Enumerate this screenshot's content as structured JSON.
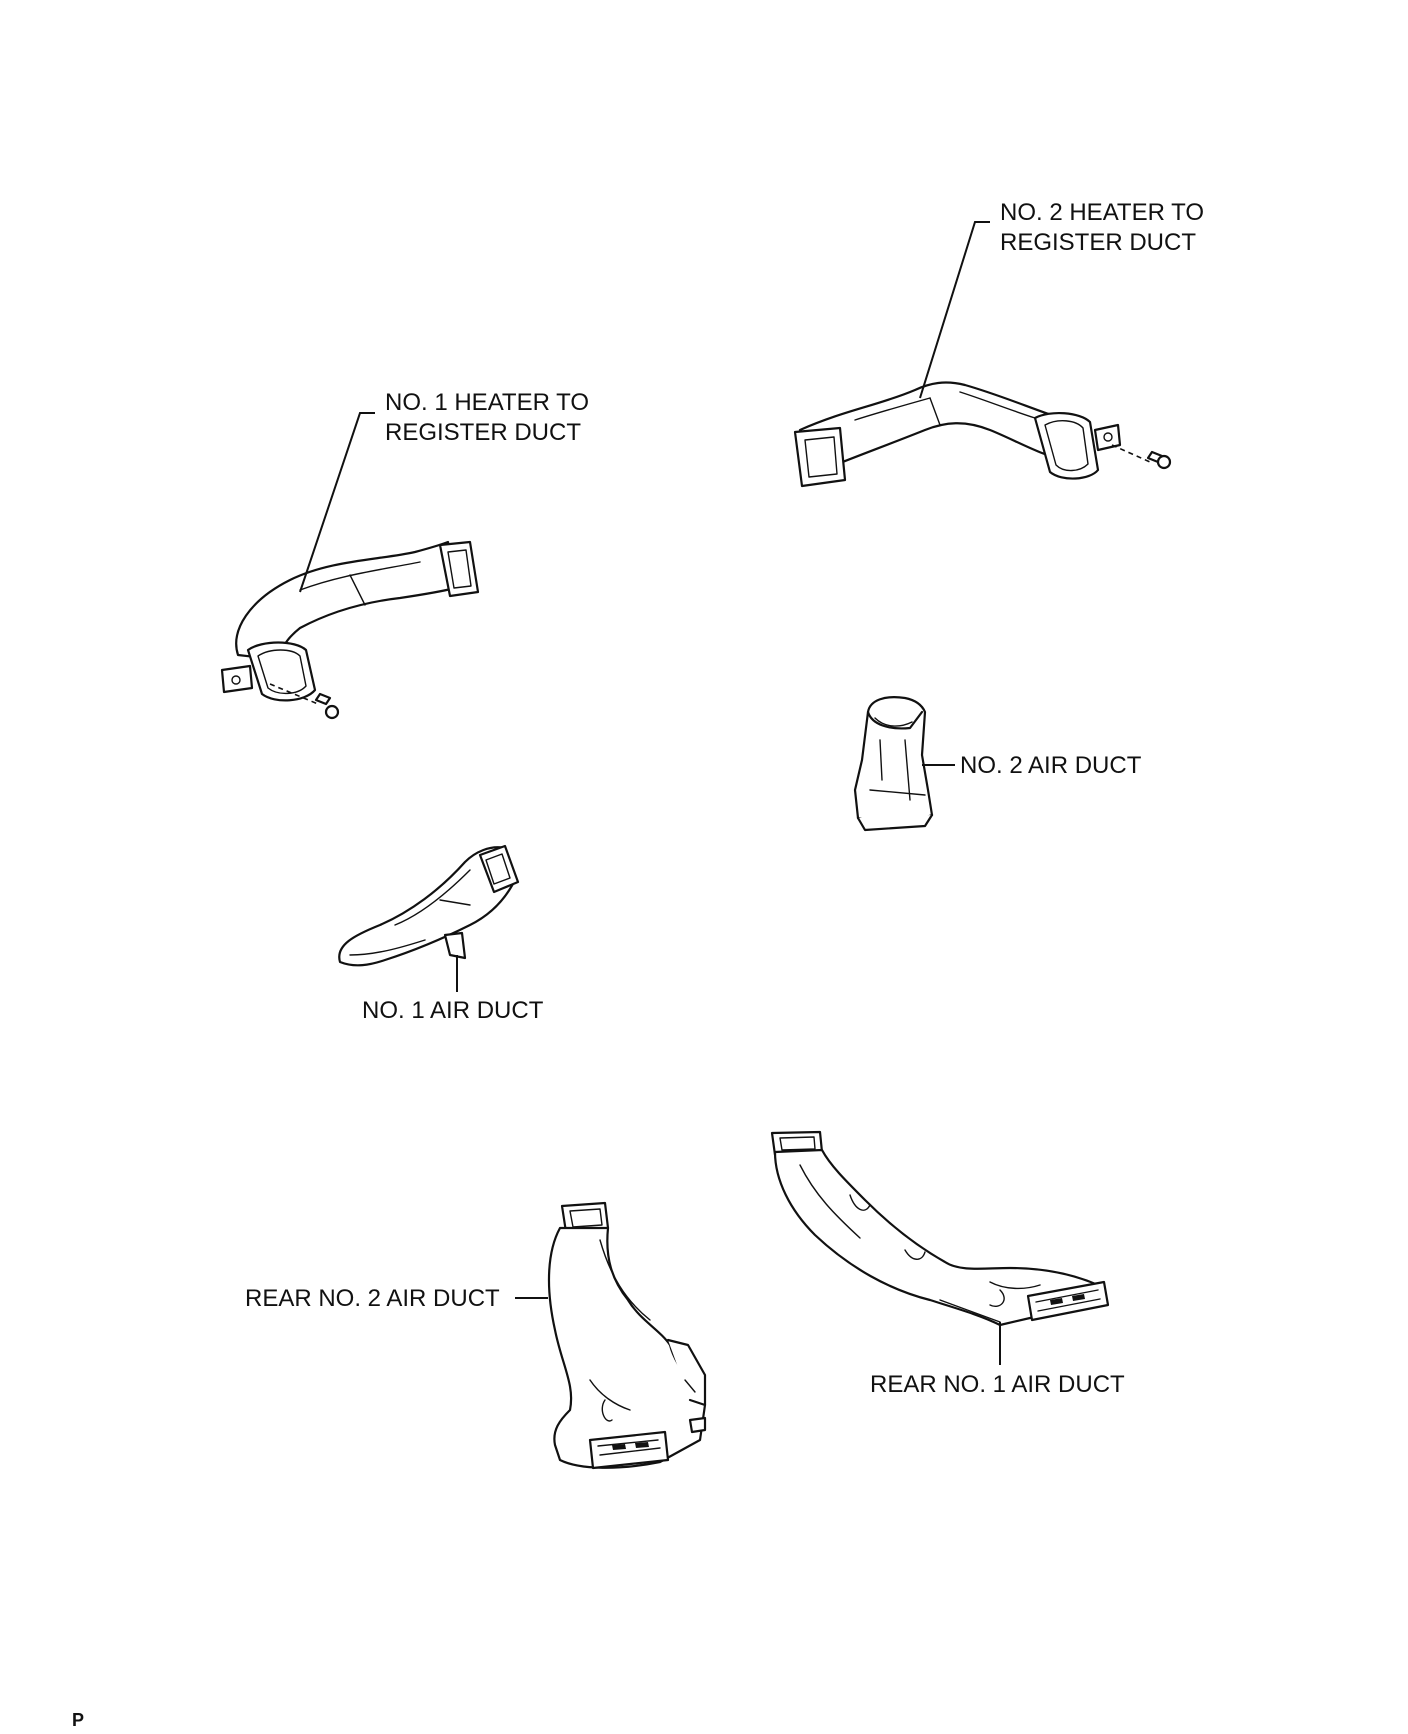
{
  "labels": {
    "no2_heater_duct": [
      "NO. 2 HEATER TO",
      "REGISTER DUCT"
    ],
    "no1_heater_duct": [
      "NO. 1 HEATER TO",
      "REGISTER DUCT"
    ],
    "no2_air_duct": "NO. 2 AIR DUCT",
    "no1_air_duct": "NO. 1 AIR DUCT",
    "rear_no2_air_duct": "REAR NO. 2 AIR DUCT",
    "rear_no1_air_duct": "REAR NO. 1 AIR DUCT"
  },
  "corner_mark": "P"
}
